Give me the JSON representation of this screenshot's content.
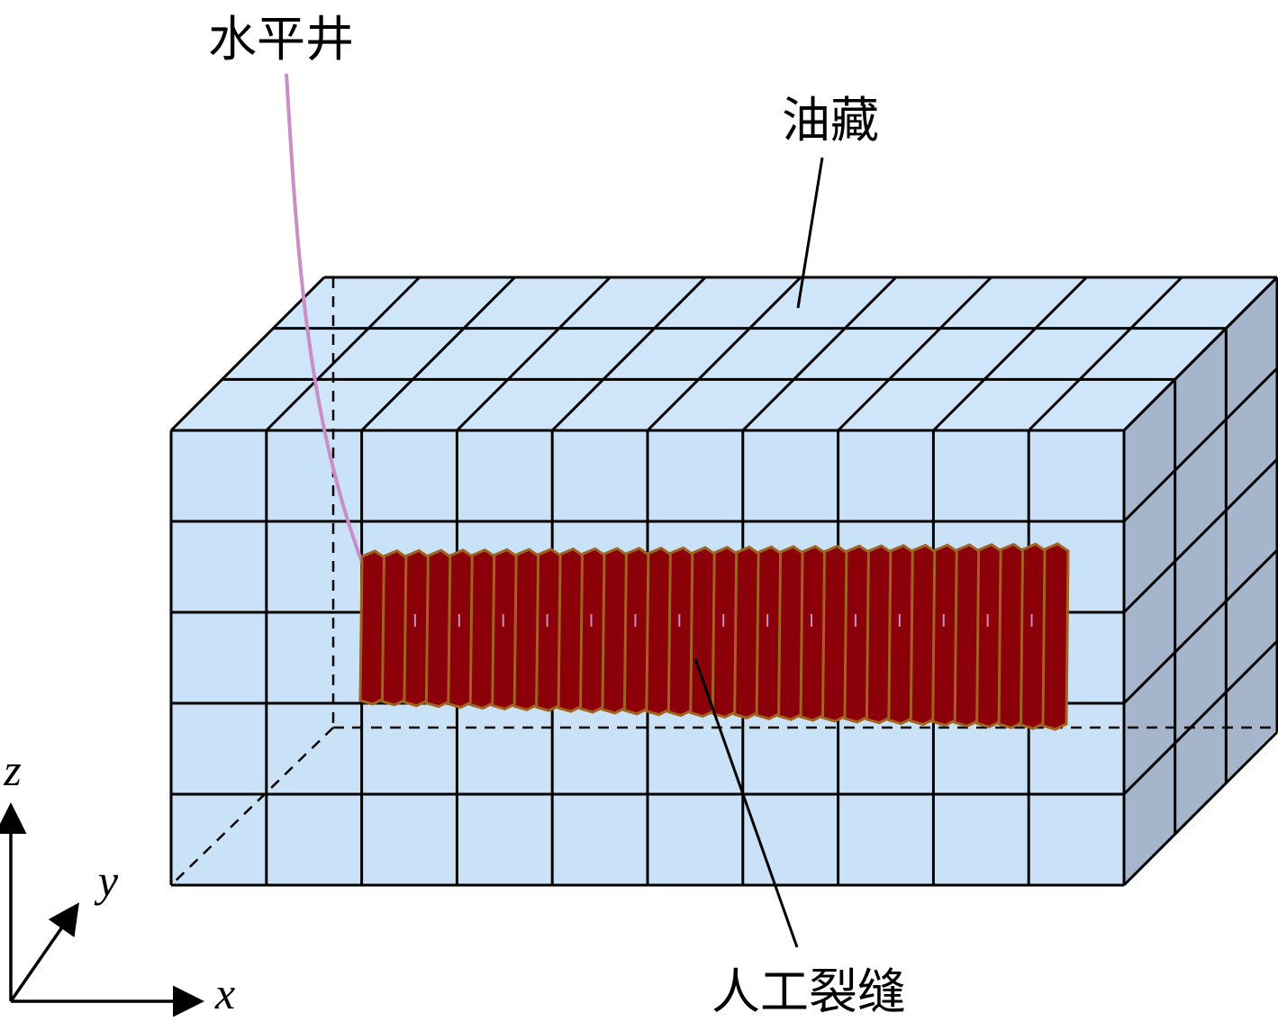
{
  "labels": {
    "well": "水平井",
    "reservoir": "油藏",
    "fracture": "人工裂缝"
  },
  "axes": {
    "x": "x",
    "y": "y",
    "z": "z"
  },
  "colors": {
    "reservoir_front": "#c9e2f8",
    "reservoir_top": "#cfe5f9",
    "reservoir_side": "#a4b5cc",
    "grid_line": "#000000",
    "fracture_fill": "#8b0009",
    "fracture_edge": "#a0641e",
    "well": "#c98fc4"
  },
  "grid": {
    "columns": 10,
    "rows": 5,
    "depth_cells": 3
  },
  "fracture_count": 32
}
